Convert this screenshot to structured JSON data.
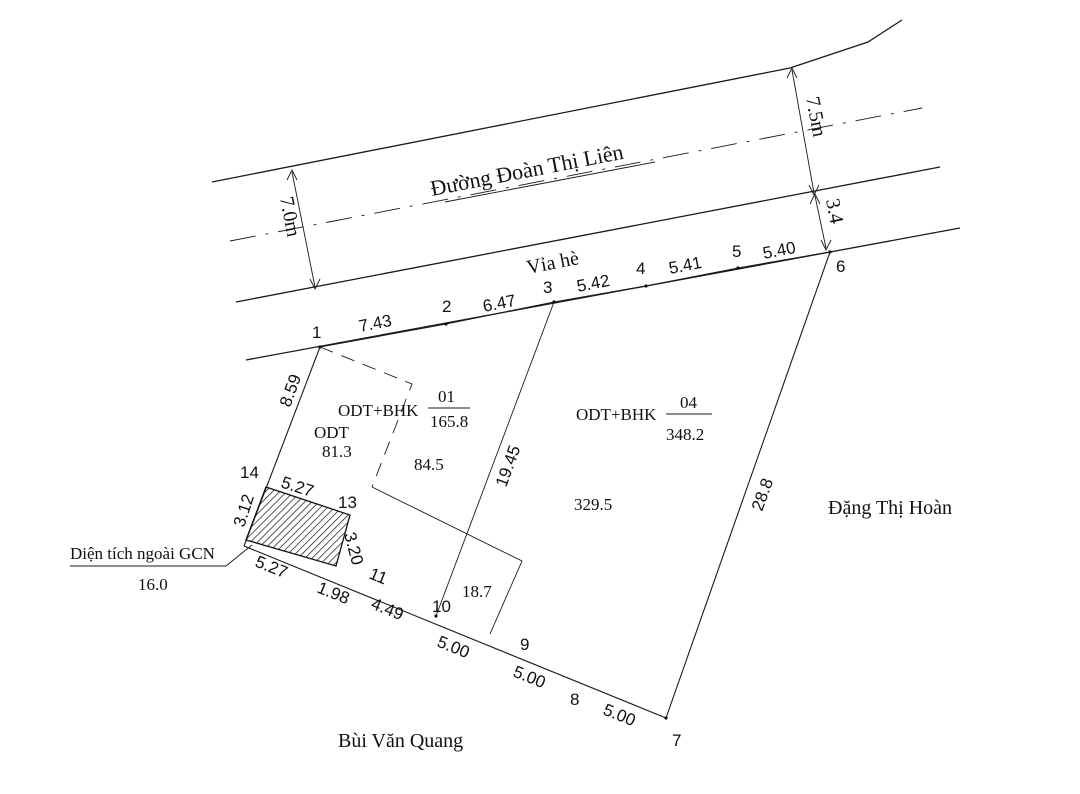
{
  "road": {
    "name": "Đường Đoàn Thị Liên",
    "sidewalk": "Vỉa hè",
    "width_left": "7.0m",
    "width_right": "7.5m",
    "sidewalk_width": "3.4"
  },
  "points": [
    "1",
    "2",
    "3",
    "4",
    "5",
    "6",
    "7",
    "8",
    "9",
    "10",
    "11",
    "13",
    "14"
  ],
  "edges": {
    "e1_2": "7.43",
    "e2_3": "6.47",
    "e3_4": "5.42",
    "e4_5": "5.41",
    "e5_6": "5.40",
    "e6_7": "28.8",
    "e3_10": "19.45",
    "e1_14": "8.59",
    "e14_13": "5.27",
    "e14_s": "3.12",
    "e_bottom": "5.27",
    "e13_s": "3.20",
    "e11": "1.98",
    "e10": "4.49",
    "e10_9": "5.00",
    "e9_8": "5.00",
    "e8_7": "5.00"
  },
  "parcels": {
    "p01_code": "ODT+BHK",
    "p01_num": "01",
    "p01_area": "165.8",
    "odt_label": "ODT",
    "odt_area": "81.3",
    "area_mid": "84.5",
    "p04_code": "ODT+BHK",
    "p04_num": "04",
    "p04_area": "348.2",
    "area_big": "329.5",
    "area_small": "18.7"
  },
  "outside": {
    "label": "Diện tích ngoài GCN",
    "area": "16.0"
  },
  "neighbors": {
    "right": "Đặng Thị Hoàn",
    "bottom": "Bùi Văn Quang"
  },
  "colors": {
    "line": "#1a1a1a",
    "background": "#ffffff"
  }
}
